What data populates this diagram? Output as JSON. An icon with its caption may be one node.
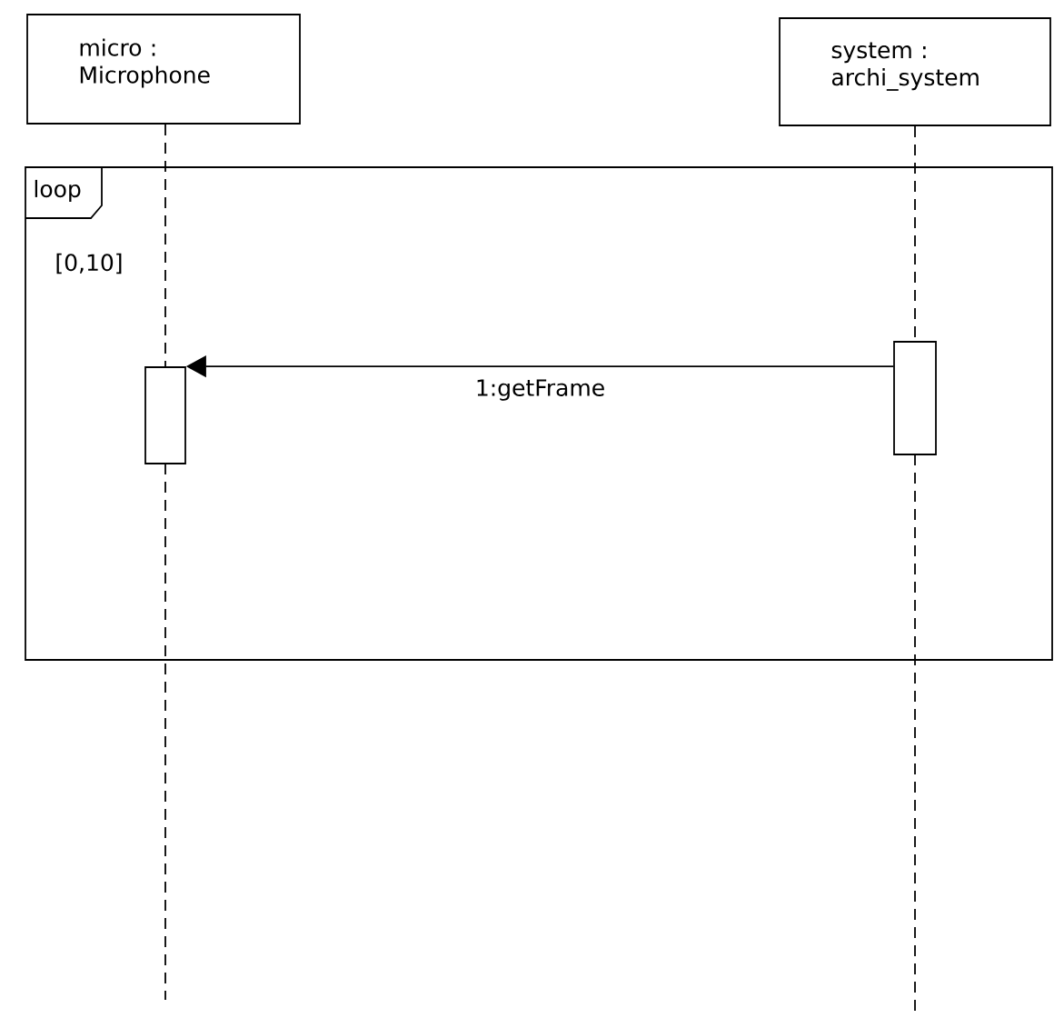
{
  "diagram": {
    "nodes": [
      {
        "text": [
          "micro : Microphone"
        ]
      },
      {
        "text": [
          "system : archi_system"
        ]
      },
      {
        "text": [
          "loop",
          "[0,10]"
        ]
      },
      {
        "text": [],
        "shape": "bar",
        "in": 2
      },
      {
        "text": [],
        "shape": "bar",
        "in": 2
      }
    ],
    "edges": [
      {
        "from": 0,
        "to": 3,
        "arrow": "none",
        "style": "dashed"
      },
      {
        "from": 1,
        "to": 4,
        "arrow": "none",
        "style": "dashed"
      },
      {
        "from": 4,
        "to": 3,
        "arrow": "to",
        "label": "1:getFrame"
      }
    ]
  }
}
